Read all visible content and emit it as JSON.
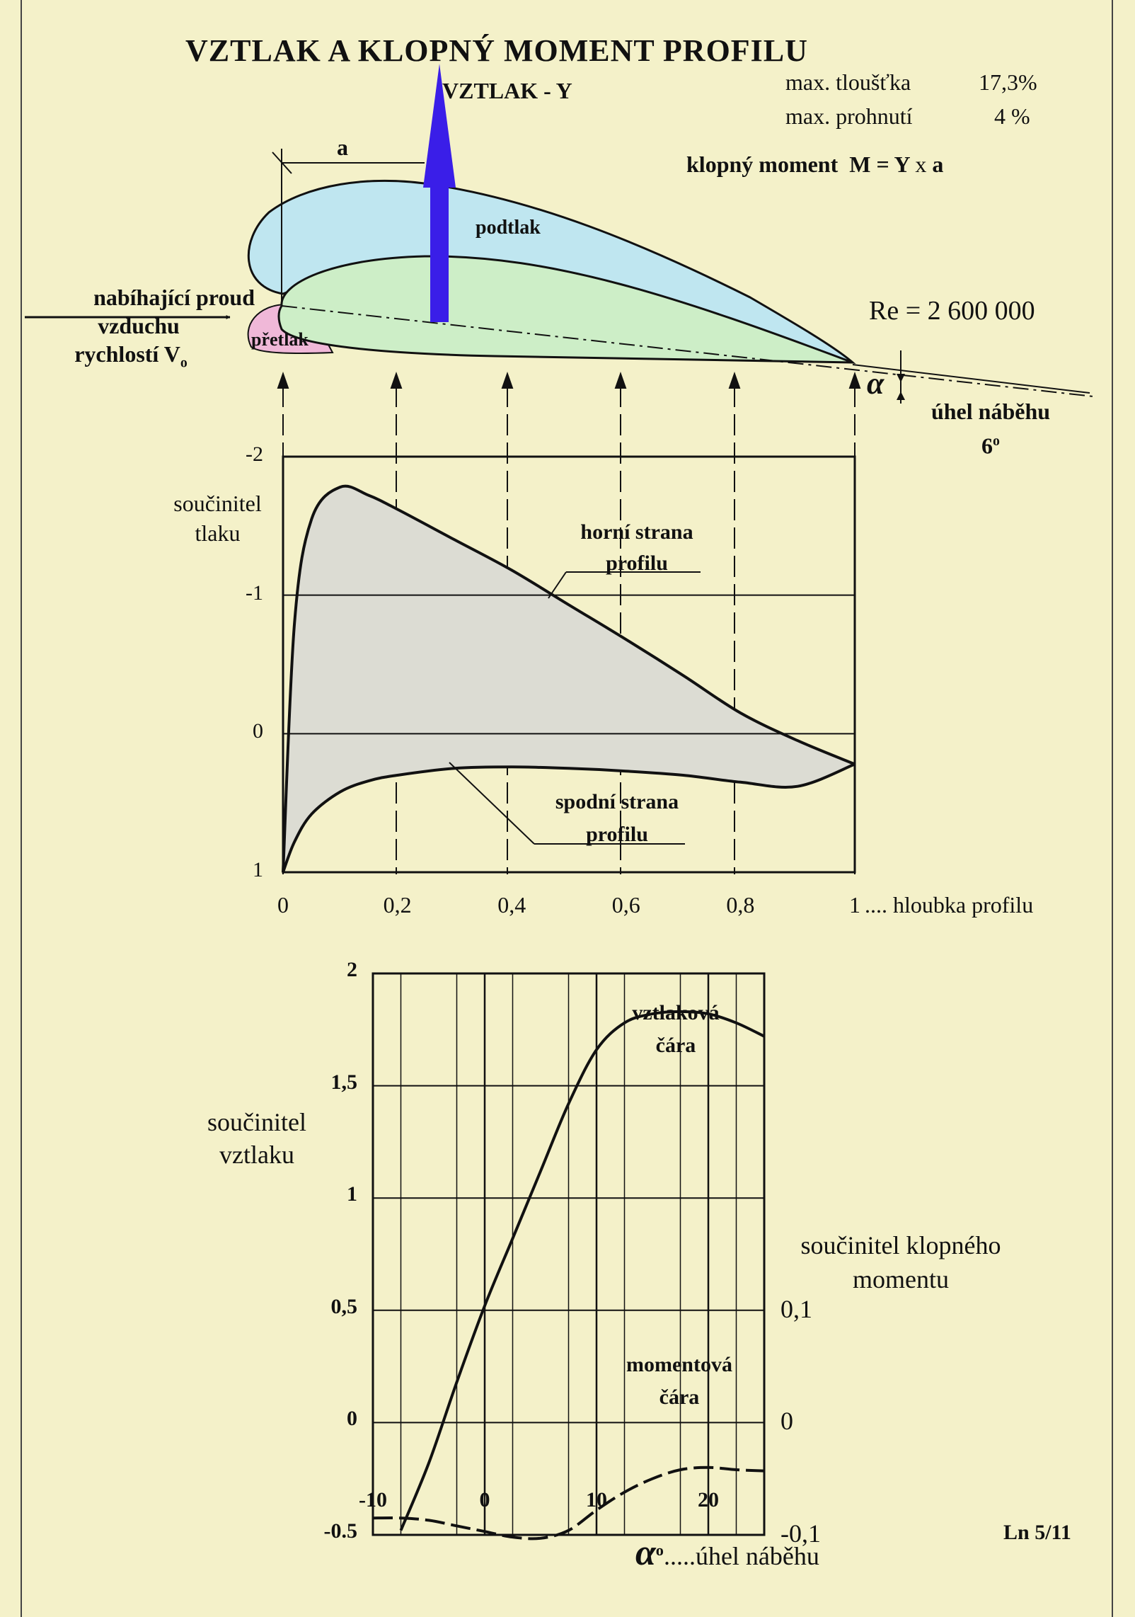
{
  "title": "VZTLAK A KLOPNÝ MOMENT PROFILU",
  "lift_arrow_label": "VZTLAK - Y",
  "specs": {
    "thickness_label": "max. tloušťka",
    "thickness_value": "17,3%",
    "camber_label": "max. prohnutí",
    "camber_value": "4 %"
  },
  "moment_formula": {
    "label": "klopný moment",
    "formula_main": "M = Y",
    "formula_x": "x",
    "formula_a": "a"
  },
  "arm_label": "a",
  "suction_label": "podtlak",
  "pressure_label": "přetlak",
  "flow_label": {
    "line1": "nabíhající  proud",
    "line2": "vzduchu",
    "line3": "rychlostí  V",
    "line3_sub": "o"
  },
  "reynolds": "Re = 2 600 000",
  "alpha_symbol": "α",
  "aoa_label": {
    "line1": "úhel náběhu",
    "value": "6",
    "unit": "o"
  },
  "colors": {
    "background": "#f4f1c9",
    "suction": "#bfe6f0",
    "pressure": "#f0b8d8",
    "airfoil": "#cdeec7",
    "lift_arrow": "#3a1ee8",
    "cp_fill": "#dcdcd3"
  },
  "chart_cp": {
    "ylabel_line1": "součinitel",
    "ylabel_line2": "tlaku",
    "yticks": [
      "-2",
      "-1",
      "0",
      "1"
    ],
    "xticks": [
      "0",
      "0,2",
      "0,4",
      "0,6",
      "0,8",
      "1"
    ],
    "xlabel_suffix": ".... hloubka profilu",
    "upper_label": {
      "line1": "horní strana",
      "line2": "profilu"
    },
    "lower_label": {
      "line1": "spodní strana",
      "line2": "profilu"
    }
  },
  "chart_lift": {
    "ylabel_line1": "součinitel",
    "ylabel_line2": "vztlaku",
    "yticks": [
      "2",
      "1,5",
      "1",
      "0,5",
      "0",
      "-0.5"
    ],
    "xticks": [
      "-10",
      "0",
      "10",
      "20"
    ],
    "right_ticks": [
      "0,1",
      "0",
      "-0,1"
    ],
    "right_label_line1": "součinitel klopného",
    "right_label_line2": "momentu",
    "lift_label": {
      "line1": "vztlaková",
      "line2": "čára"
    },
    "moment_label": {
      "line1": "momentová",
      "line2": "čára"
    },
    "xlabel_symbol": "α",
    "xlabel_deg": "o",
    "xlabel_text": ".....úhel náběhu"
  },
  "footer_code": "Ln 5/11",
  "chart_data": [
    {
      "type": "line",
      "title": "",
      "xlabel": "hloubka profilu",
      "ylabel": "součinitel tlaku",
      "xlim": [
        0,
        1
      ],
      "ylim": [
        1,
        -2
      ],
      "series": [
        {
          "name": "horní strana profilu",
          "x": [
            0,
            0.02,
            0.05,
            0.1,
            0.15,
            0.2,
            0.3,
            0.4,
            0.5,
            0.6,
            0.7,
            0.8,
            0.9,
            1.0
          ],
          "y": [
            1.0,
            -0.8,
            -1.55,
            -1.78,
            -1.72,
            -1.62,
            -1.4,
            -1.18,
            -0.93,
            -0.68,
            -0.42,
            -0.15,
            0.05,
            0.22
          ]
        },
        {
          "name": "spodní strana profilu",
          "x": [
            0,
            0.02,
            0.05,
            0.1,
            0.15,
            0.2,
            0.3,
            0.4,
            0.5,
            0.6,
            0.7,
            0.8,
            0.9,
            1.0
          ],
          "y": [
            1.0,
            0.78,
            0.58,
            0.42,
            0.34,
            0.3,
            0.25,
            0.24,
            0.25,
            0.27,
            0.3,
            0.35,
            0.38,
            0.22
          ]
        }
      ]
    },
    {
      "type": "line",
      "title": "",
      "xlabel": "úhel náběhu",
      "ylabel": "součinitel vztlaku",
      "xlim": [
        -10,
        25
      ],
      "ylim": [
        -0.5,
        2
      ],
      "series": [
        {
          "name": "vztlaková čára",
          "x": [
            -7.5,
            -5,
            -2.5,
            0,
            2.5,
            5,
            7.5,
            10,
            12.5,
            15,
            17.5,
            20,
            22.5,
            25
          ],
          "y": [
            -0.48,
            -0.18,
            0.18,
            0.52,
            0.82,
            1.12,
            1.42,
            1.66,
            1.78,
            1.82,
            1.83,
            1.82,
            1.78,
            1.72
          ]
        },
        {
          "name": "momentová čára",
          "x": [
            -10,
            -7.5,
            -5,
            -2.5,
            0,
            2.5,
            5,
            7.5,
            10,
            12.5,
            15,
            17.5,
            20,
            22.5,
            25
          ],
          "y": [
            -0.085,
            -0.085,
            -0.087,
            -0.092,
            -0.097,
            -0.102,
            -0.103,
            -0.096,
            -0.078,
            -0.062,
            -0.05,
            -0.042,
            -0.04,
            -0.042,
            -0.043
          ]
        }
      ]
    }
  ]
}
